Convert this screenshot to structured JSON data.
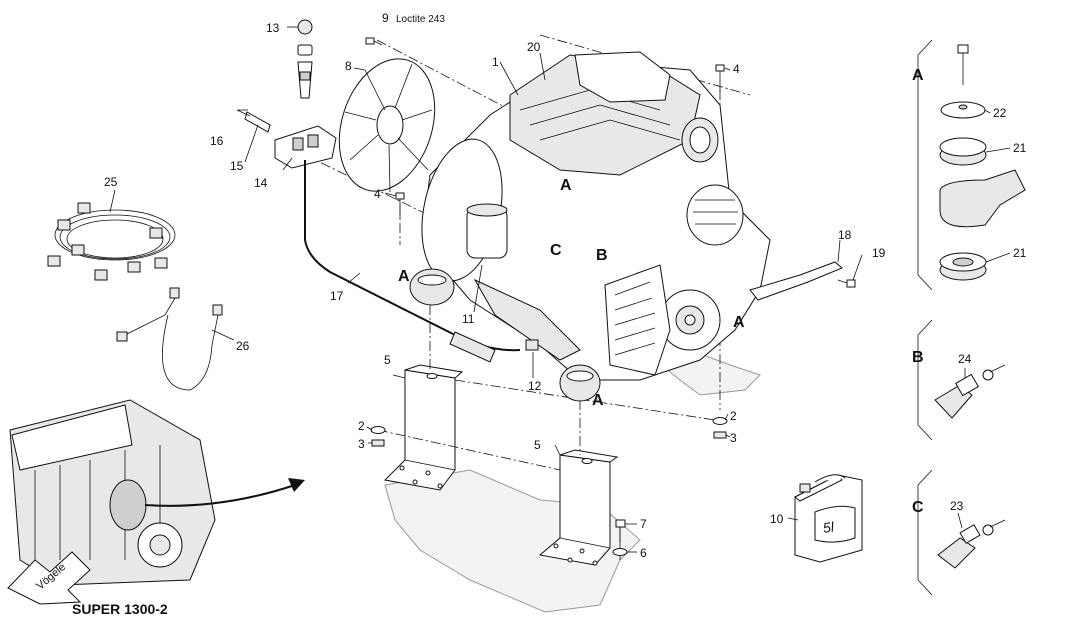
{
  "callouts": {
    "n1": "1",
    "n2a": "2",
    "n2b": "2",
    "n3a": "3",
    "n3b": "3",
    "n4a": "4",
    "n4b": "4",
    "n5a": "5",
    "n5b": "5",
    "n6": "6",
    "n7": "7",
    "n8": "8",
    "n9": "9",
    "n10": "10",
    "n11": "11",
    "n12": "12",
    "n13": "13",
    "n14": "14",
    "n15": "15",
    "n16": "16",
    "n17": "17",
    "n18": "18",
    "n19": "19",
    "n20": "20",
    "n21a": "21",
    "n21b": "21",
    "n22": "22",
    "n23": "23",
    "n24": "24",
    "n25": "25",
    "n26": "26"
  },
  "notes": {
    "loctite": "Loctite 243"
  },
  "section_labels": {
    "A_panel": "A",
    "B_panel": "B",
    "C_panel": "C",
    "A1": "A",
    "A2": "A",
    "A3": "A",
    "A4": "A",
    "B1": "B",
    "C1": "C"
  },
  "canister_label": "5l",
  "brand": {
    "logo_text": "Vögele",
    "model": "SUPER 1300-2"
  }
}
